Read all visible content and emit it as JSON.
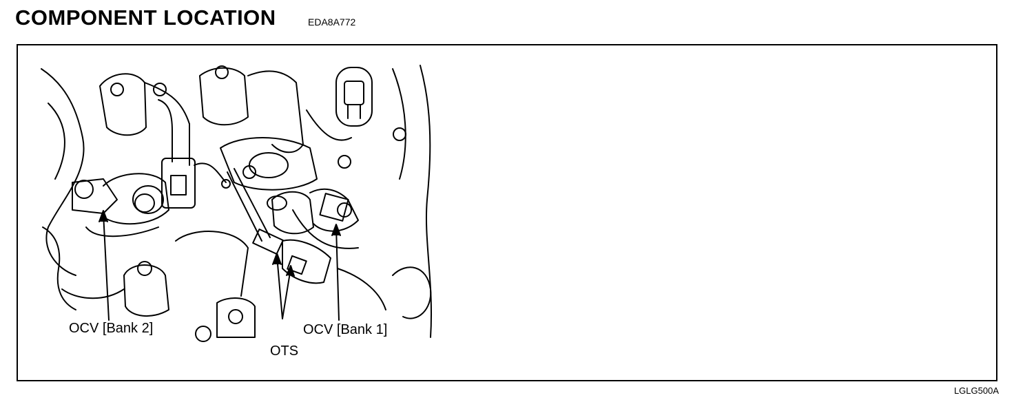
{
  "header": {
    "title": "COMPONENT LOCATION",
    "code": "EDA8A772"
  },
  "figure": {
    "labels": {
      "ocv_bank2": "OCV [Bank 2]",
      "ocv_bank1": "OCV [Bank 1]",
      "ots": "OTS"
    },
    "figure_id": "LGLG500A"
  }
}
